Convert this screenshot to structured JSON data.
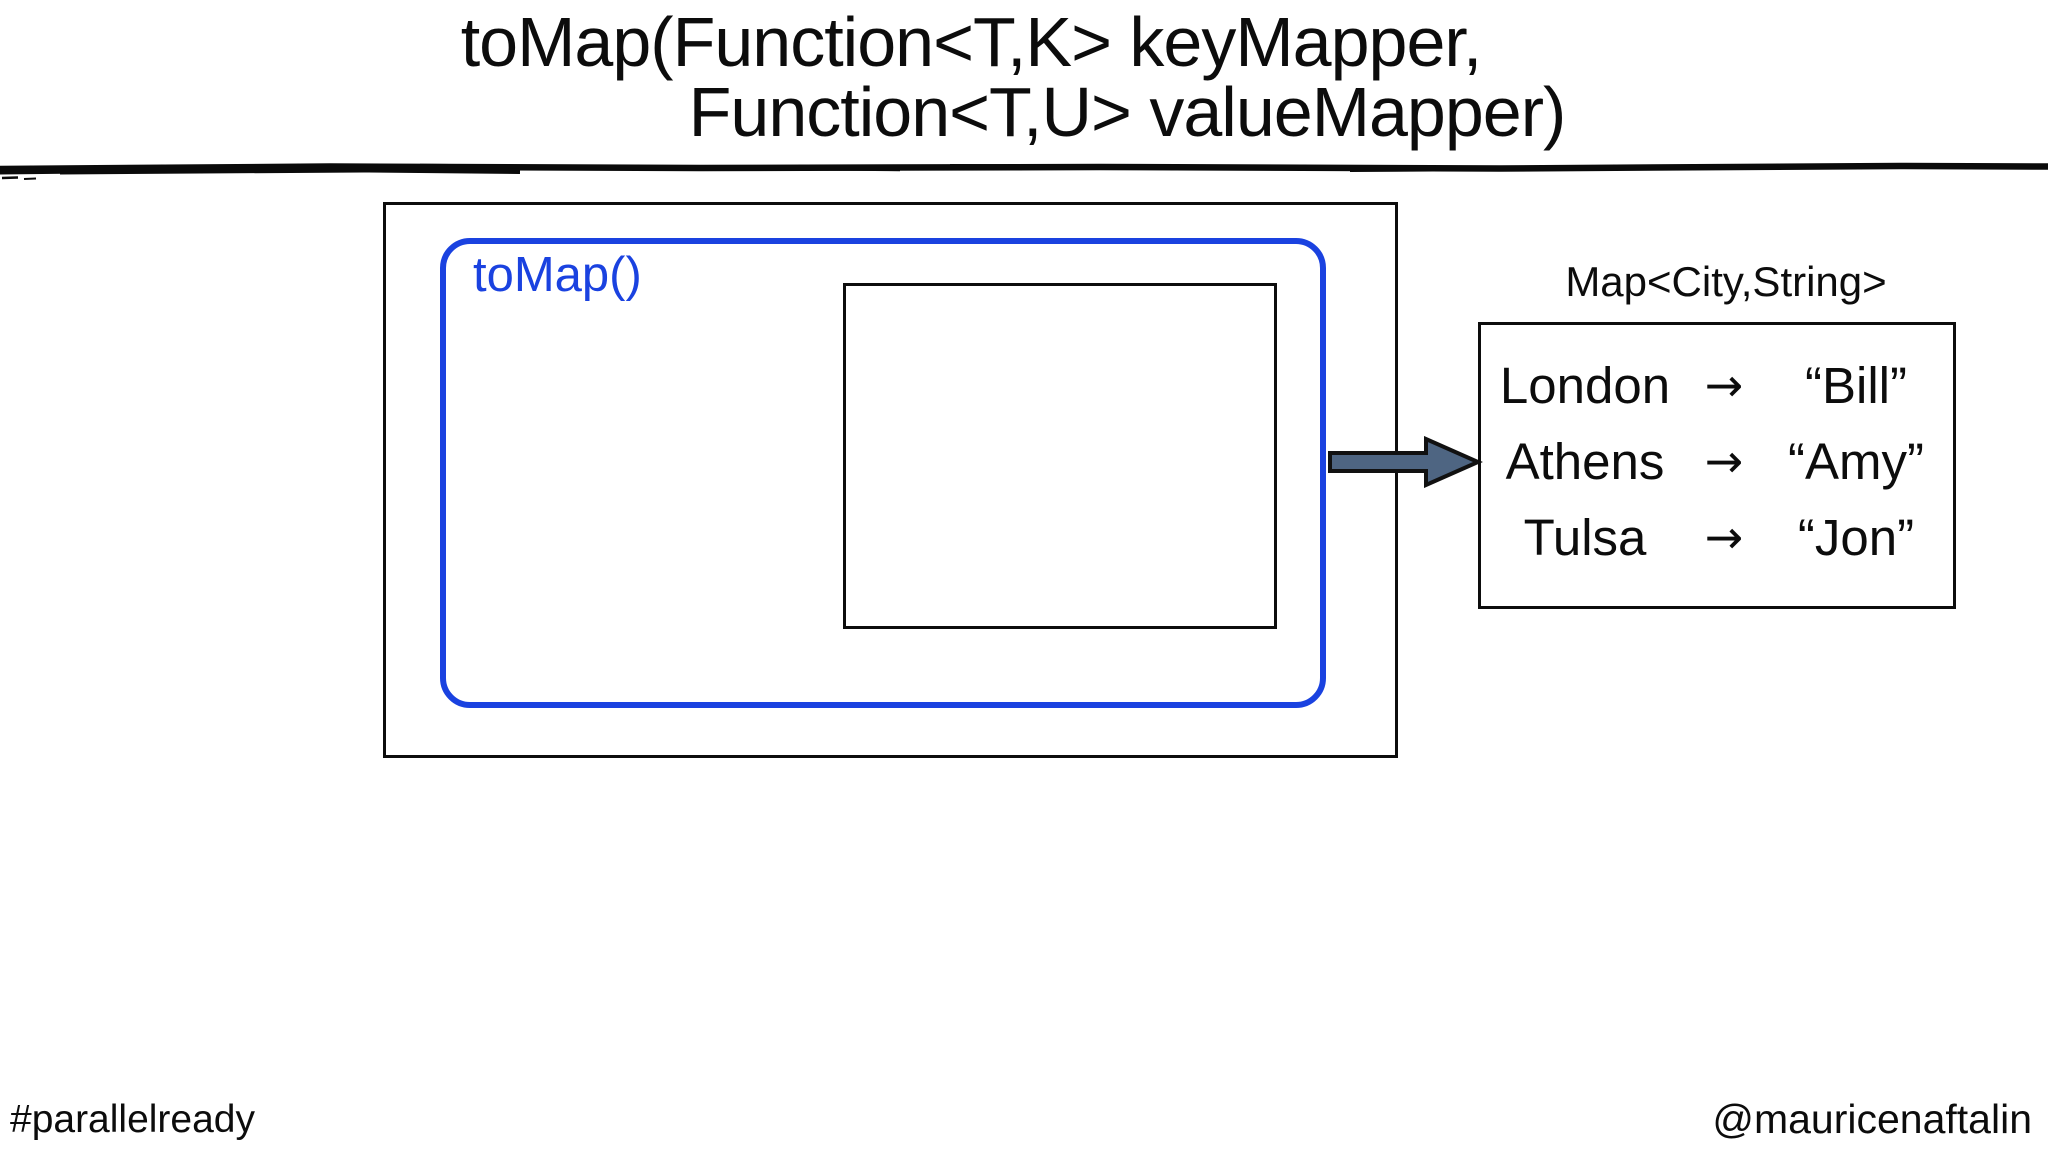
{
  "title": {
    "line1": "toMap(Function<T,K> keyMapper,",
    "line2": "Function<T,U> valueMapper)"
  },
  "diagram": {
    "collector_label": "toMap()",
    "map_type_label": "Map<City,String>",
    "map_entries": [
      {
        "key": "London",
        "arrow": "→",
        "value": "“Bill”"
      },
      {
        "key": "Athens",
        "arrow": "→",
        "value": "“Amy”"
      },
      {
        "key": "Tulsa",
        "arrow": "→",
        "value": "“Jon”"
      }
    ]
  },
  "footer": {
    "left": "#parallelready",
    "right": "@mauricenaftalin"
  },
  "colors": {
    "accent_blue": "#1a42e0",
    "arrow_fill": "#4e6582",
    "ink": "#111111"
  }
}
